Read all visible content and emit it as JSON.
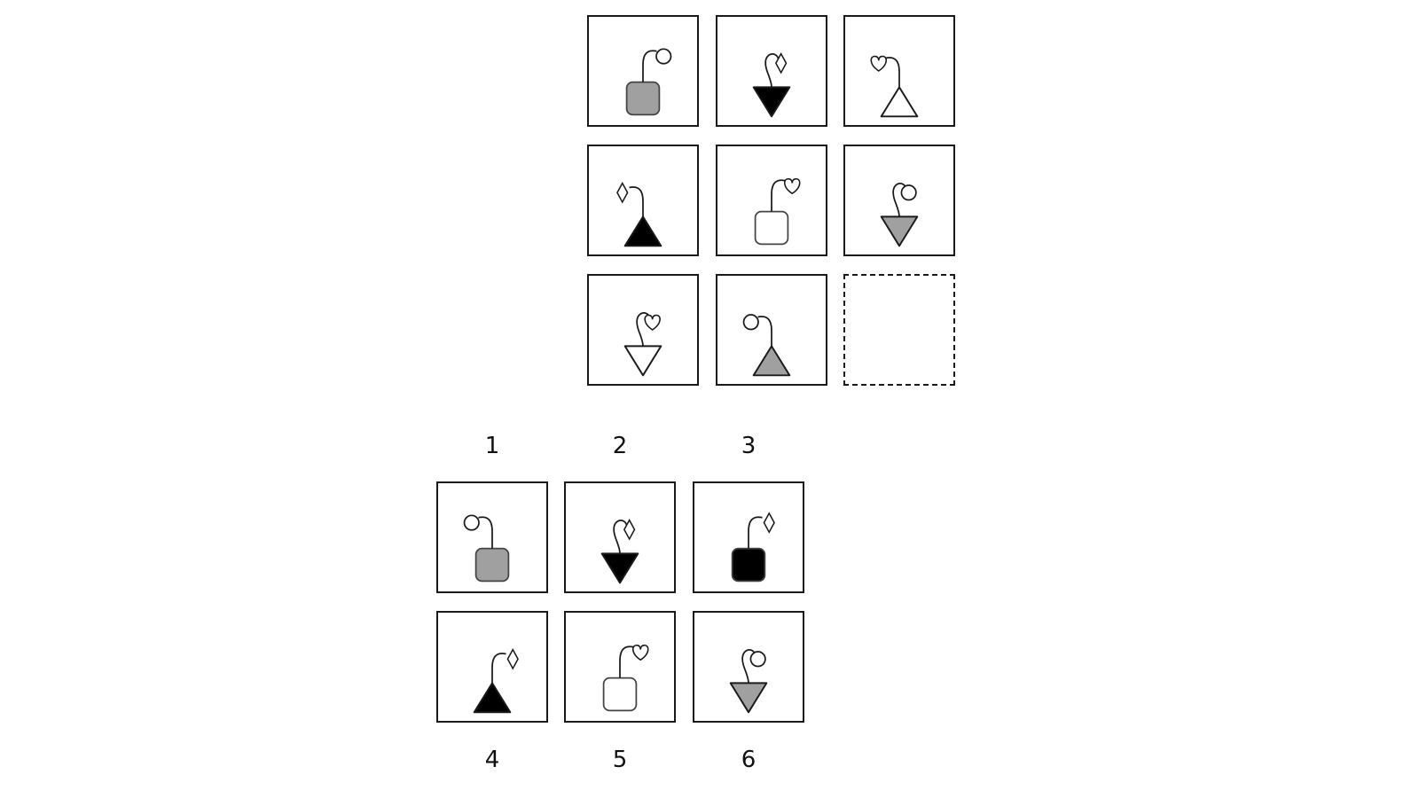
{
  "colors": {
    "gray": "#a0a0a0",
    "black": "#000000",
    "white": "#ffffff",
    "stroke": "#1a1a1a"
  },
  "matrix": [
    [
      {
        "shape": "square",
        "fill": "gray",
        "ornament": "circle",
        "side": "right"
      },
      {
        "shape": "triangle-down",
        "fill": "black",
        "ornament": "diamond",
        "side": "right"
      },
      {
        "shape": "triangle-up",
        "fill": "white",
        "ornament": "heart",
        "side": "left"
      }
    ],
    [
      {
        "shape": "triangle-up",
        "fill": "black",
        "ornament": "diamond",
        "side": "left"
      },
      {
        "shape": "square",
        "fill": "white",
        "ornament": "heart",
        "side": "right"
      },
      {
        "shape": "triangle-down",
        "fill": "gray",
        "ornament": "circle",
        "side": "right"
      }
    ],
    [
      {
        "shape": "triangle-down",
        "fill": "white",
        "ornament": "heart",
        "side": "right"
      },
      {
        "shape": "triangle-up",
        "fill": "gray",
        "ornament": "circle",
        "side": "left"
      },
      {
        "empty": true
      }
    ]
  ],
  "options": [
    {
      "label": "1",
      "shape": "square",
      "fill": "gray",
      "ornament": "circle",
      "side": "left"
    },
    {
      "label": "2",
      "shape": "triangle-down",
      "fill": "black",
      "ornament": "diamond",
      "side": "right"
    },
    {
      "label": "3",
      "shape": "square",
      "fill": "black",
      "ornament": "diamond",
      "side": "right"
    },
    {
      "label": "4",
      "shape": "triangle-up",
      "fill": "black",
      "ornament": "diamond",
      "side": "right"
    },
    {
      "label": "5",
      "shape": "square",
      "fill": "white",
      "ornament": "heart",
      "side": "right"
    },
    {
      "label": "6",
      "shape": "triangle-down",
      "fill": "gray",
      "ornament": "circle",
      "side": "right"
    }
  ]
}
